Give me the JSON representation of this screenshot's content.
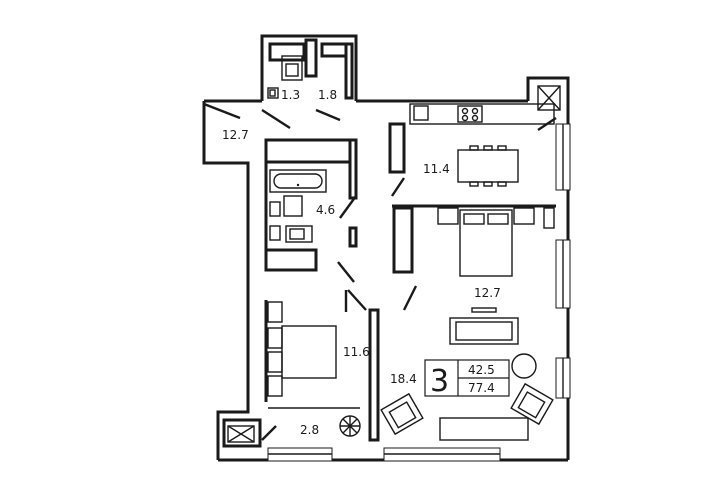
{
  "rooms": [
    {
      "id": "wc",
      "area": "1.3"
    },
    {
      "id": "closet",
      "area": "1.8"
    },
    {
      "id": "hall",
      "area": "12.7"
    },
    {
      "id": "kitchen",
      "area": "11.4"
    },
    {
      "id": "bath",
      "area": "4.6"
    },
    {
      "id": "bedroom_main",
      "area": "12.7"
    },
    {
      "id": "bedroom_second",
      "area": "11.6"
    },
    {
      "id": "living",
      "area": "18.4"
    },
    {
      "id": "balcony",
      "area": "2.8"
    }
  ],
  "summary": {
    "room_count": "3",
    "living_area": "42.5",
    "total_area": "77.4"
  }
}
